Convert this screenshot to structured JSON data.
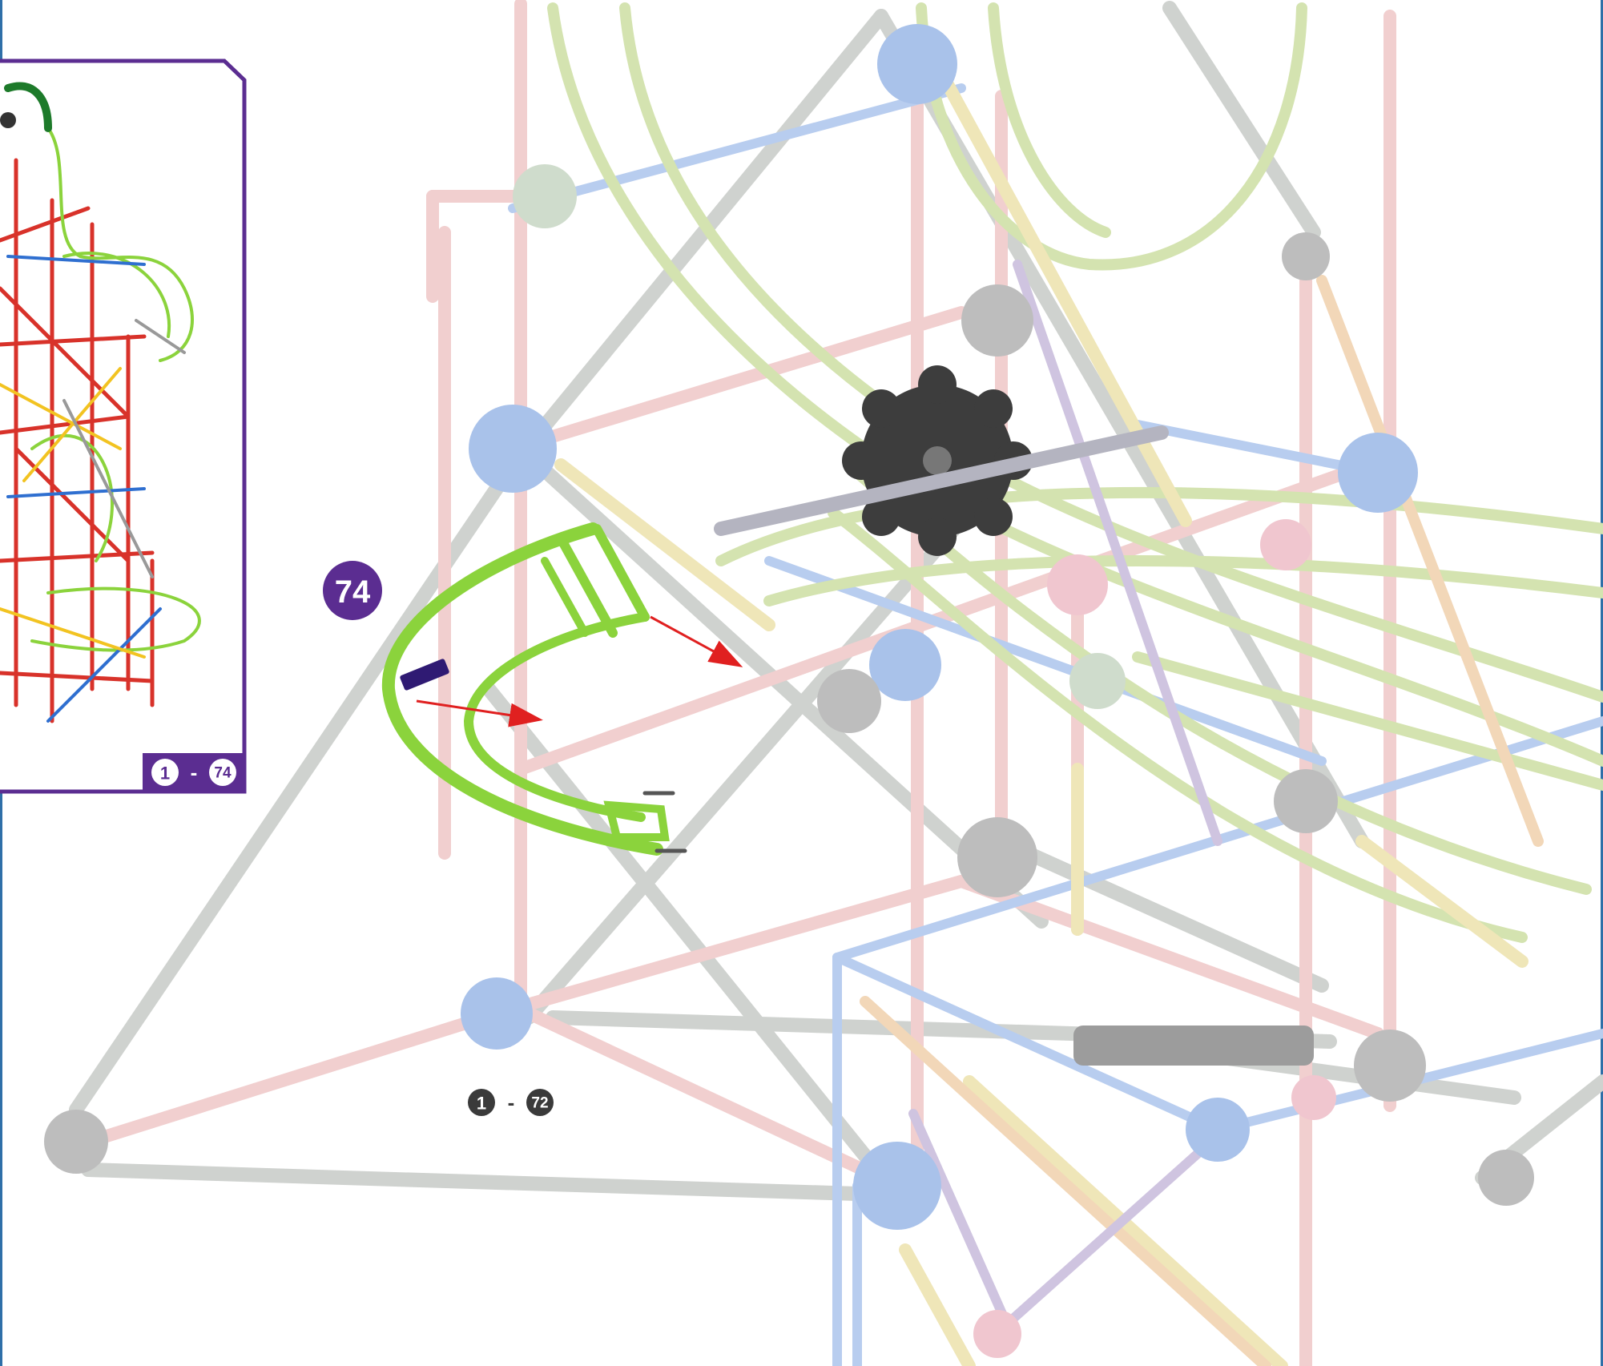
{
  "step": {
    "number": "74"
  },
  "overview_panel": {
    "range_start": "1",
    "range_separator": "-",
    "range_end": "74",
    "frame_color": "#5b2d91"
  },
  "subassembly_ref": {
    "range_start": "1",
    "range_separator": "-",
    "range_end": "72",
    "badge_color": "#3a3a3a"
  },
  "colors": {
    "step_badge": "#5b2d91",
    "new_part_track": "#8bd33c",
    "arrow": "#e02020",
    "rod_pink": "#f1cfcf",
    "rod_grey": "#cfd2cf",
    "rod_blue": "#b8cdef",
    "track_light_green": "#d4e3b0",
    "connector_blue": "#a9c2ea",
    "connector_grey": "#bdbdbd",
    "gear_dark": "#3d3d3d"
  },
  "icons": {
    "new_part": "curved-track-piece-icon",
    "placement_arrows": "red-arrow-icon",
    "clip": "purple-clip-icon"
  }
}
